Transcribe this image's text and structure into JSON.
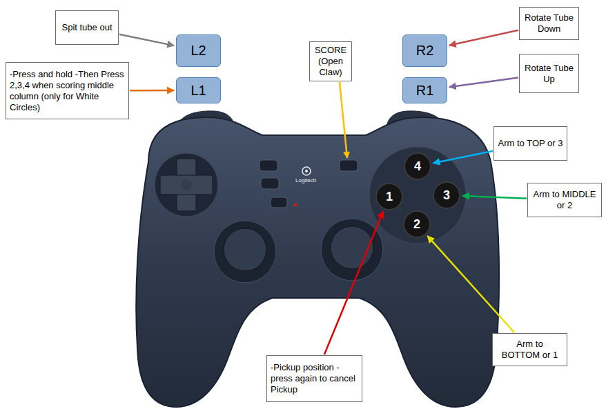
{
  "diagram": {
    "nodes": [
      {
        "text": [
          "Spit tube out"
        ]
      },
      {
        "text": [
          "Rotate Tube Down"
        ]
      },
      {
        "text": [
          "L2"
        ]
      },
      {
        "text": [
          "R2"
        ]
      },
      {
        "text": [
          "SCORE (Open Claw)"
        ]
      },
      {
        "text": [
          "Rotate Tube Up"
        ]
      },
      {
        "text": [
          "-Press and hold -Then Press 2,3,4 when scoring middle column (only for White Circles)"
        ]
      },
      {
        "text": [
          "L1"
        ]
      },
      {
        "text": [
          "R1"
        ]
      },
      {
        "text": [
          "Arm to TOP or 3"
        ]
      },
      {
        "text": [
          "4"
        ]
      },
      {
        "text": [
          "Arm to MIDDLE or 2"
        ]
      },
      {
        "text": [
          "3"
        ]
      },
      {
        "text": [
          "1"
        ]
      },
      {
        "text": [
          "2"
        ]
      },
      {
        "text": [
          "Arm to BOTTOM or 1"
        ]
      },
      {
        "text": [
          "-Pickup position -press again to cancel Pickup"
        ]
      }
    ],
    "edges": [
      {
        "from": 0,
        "to": 2,
        "arrow": "to"
      },
      {
        "from": 1,
        "to": 3,
        "arrow": "to"
      },
      {
        "from": 6,
        "to": 7,
        "arrow": "to"
      },
      {
        "from": 5,
        "to": 8,
        "arrow": "to"
      },
      {
        "from": 9,
        "to": 10,
        "arrow": "to"
      },
      {
        "from": 11,
        "to": 12,
        "arrow": "to"
      },
      {
        "from": 15,
        "to": 14,
        "arrow": "to"
      },
      {
        "from": 16,
        "to": 13,
        "arrow": "to"
      }
    ],
    "labels": [
      "Logitech"
    ]
  }
}
